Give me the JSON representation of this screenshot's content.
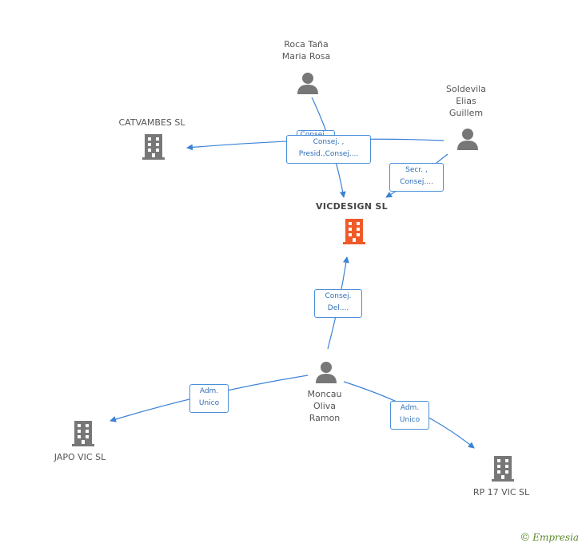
{
  "nodes": {
    "roca": "Roca Taña\nMaria Rosa",
    "soldevila": "Soldevila\nElias\nGuillem",
    "catvambes": "CATVAMBES SL",
    "vicdesign": "VICDESIGN SL",
    "moncau": "Moncau\nOliva\nRamon",
    "japo": "JAPO VIC  SL",
    "rp17": "RP 17 VIC SL"
  },
  "roles": {
    "r1_back": "Consej. ,",
    "r1": "Consej. ,\nPresid.,Consej....",
    "r2": "Secr. ,\nConsej....",
    "r3": "Consej.\nDel....",
    "r4": "Adm.\nUnico",
    "r5": "Adm.\nUnico"
  },
  "footer": {
    "copyright": "©",
    "brand": "Empresia"
  },
  "colors": {
    "accent": "#4a90d9",
    "center": "#f05a28",
    "icon": "#777777"
  }
}
